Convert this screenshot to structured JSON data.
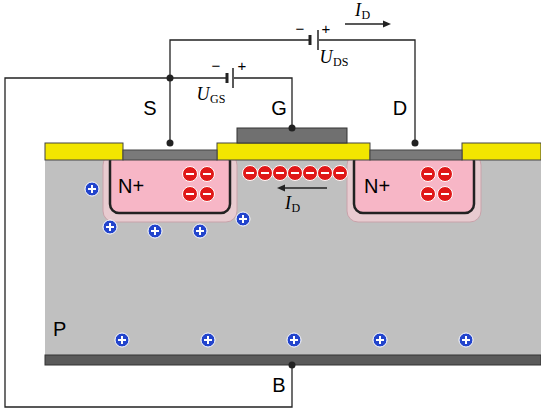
{
  "diagram": {
    "nodes": [
      {
        "text": [
          "P"
        ]
      },
      {
        "text": [
          "N+"
        ],
        "in": 0
      },
      {
        "text": [
          "N+"
        ],
        "in": 0
      }
    ],
    "labels": [
      "S",
      "G",
      "D",
      "B",
      "I",
      "D",
      "U",
      "DS",
      "−",
      "+",
      "U",
      "GS",
      "−",
      "+",
      "I",
      "D"
    ]
  }
}
